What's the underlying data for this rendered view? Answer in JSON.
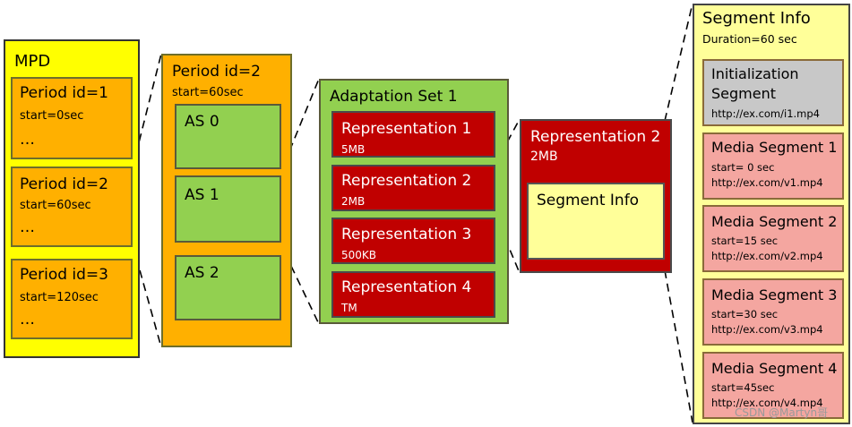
{
  "mpd": {
    "title": "MPD",
    "periods": [
      {
        "label": "Period id=1",
        "start": "start=0sec",
        "more": "…"
      },
      {
        "label": "Period id=2",
        "start": "start=60sec",
        "more": "…"
      },
      {
        "label": "Period id=3",
        "start": "start=120sec",
        "more": "…"
      }
    ]
  },
  "period": {
    "title": "Period id=2",
    "start": "start=60sec",
    "adaptation_sets": [
      "AS 0",
      "AS 1",
      "AS 2"
    ]
  },
  "adaptation_set": {
    "title": "Adaptation Set 1",
    "representations": [
      {
        "name": "Representation 1",
        "bitrate": "5MB"
      },
      {
        "name": "Representation 2",
        "bitrate": "2MB"
      },
      {
        "name": "Representation 3",
        "bitrate": "500KB"
      },
      {
        "name": "Representation 4",
        "bitrate": "TM"
      }
    ]
  },
  "representation": {
    "title": "Representation 2",
    "bitrate": "2MB",
    "segment_info": "Segment Info"
  },
  "segment_info": {
    "title": "Segment Info",
    "duration": "Duration=60 sec",
    "init": {
      "line1": "Initialization",
      "line2": "Segment",
      "url": "http://ex.com/i1.mp4"
    },
    "media": [
      {
        "name": "Media Segment 1",
        "start": "start= 0 sec",
        "url": "http://ex.com/v1.mp4"
      },
      {
        "name": "Media Segment 2",
        "start": "start=15 sec",
        "url": "http://ex.com/v2.mp4"
      },
      {
        "name": "Media Segment 3",
        "start": "start=30 sec",
        "url": "http://ex.com/v3.mp4"
      },
      {
        "name": "Media Segment 4",
        "start": "start=45sec",
        "url": "http://ex.com/v4.mp4"
      }
    ]
  },
  "watermark": "CSDN @Martyn哥",
  "colors": {
    "yellow": "#ffff00",
    "orange": "#ffb000",
    "green": "#92d050",
    "dark_red": "#c00000",
    "light_yellow": "#ffff99",
    "pink": "#f4a6a0",
    "gray": "#c8c8c8"
  }
}
